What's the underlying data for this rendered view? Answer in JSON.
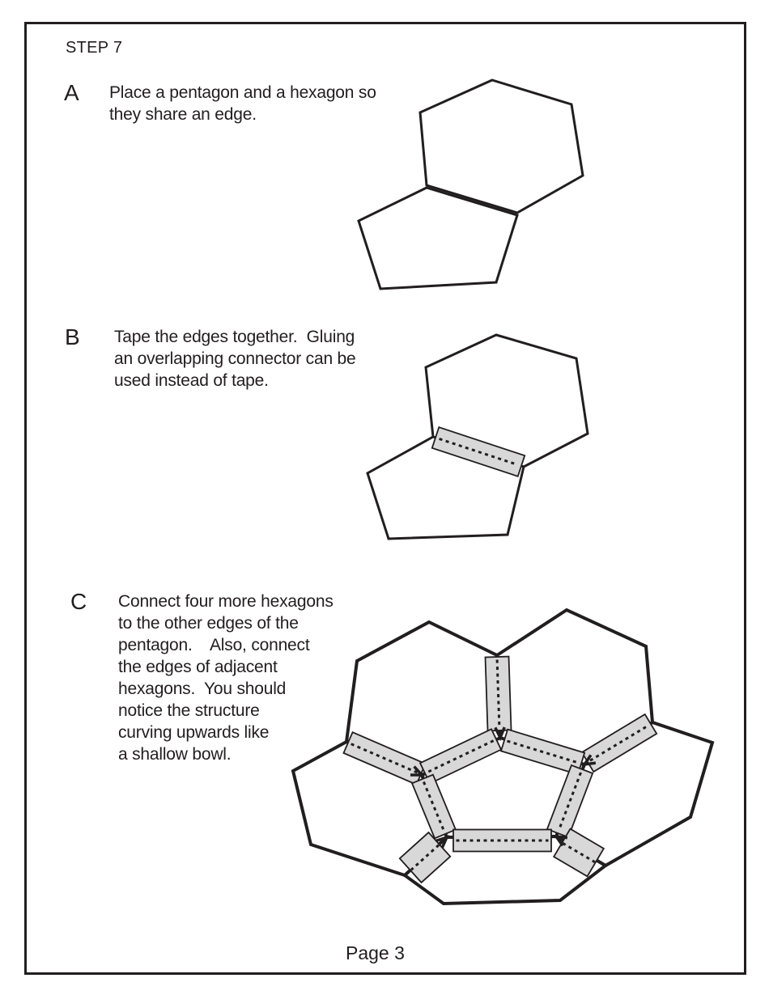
{
  "page": {
    "title": "STEP 7",
    "footer": "Page 3"
  },
  "steps": {
    "a": {
      "label": "A",
      "text": "Place a pentagon and a hexagon so\nthey share an edge."
    },
    "b": {
      "label": "B",
      "text": "Tape the edges together.  Gluing\nan overlapping connector can be\nused instead of tape."
    },
    "c": {
      "label": "C",
      "text": "Connect four more hexagons\nto the other edges of the\npentagon.    Also, connect\nthe edges of adjacent\nhexagons.  You should\nnotice the structure\ncurving upwards like\na shallow bowl."
    }
  },
  "diagrams": {
    "a": {
      "description": "a pentagon and a hexagon placed so they share an edge"
    },
    "b": {
      "description": "the pentagon and hexagon joined, with a grey tape connector over the shared edge"
    },
    "c": {
      "description": "central pentagon with five hexagons attached, tape connectors on all shared edges, curving into a shallow bowl"
    }
  },
  "colors": {
    "ink": "#221e1f",
    "tape_fill": "#d8d8d8",
    "paper": "#ffffff"
  }
}
